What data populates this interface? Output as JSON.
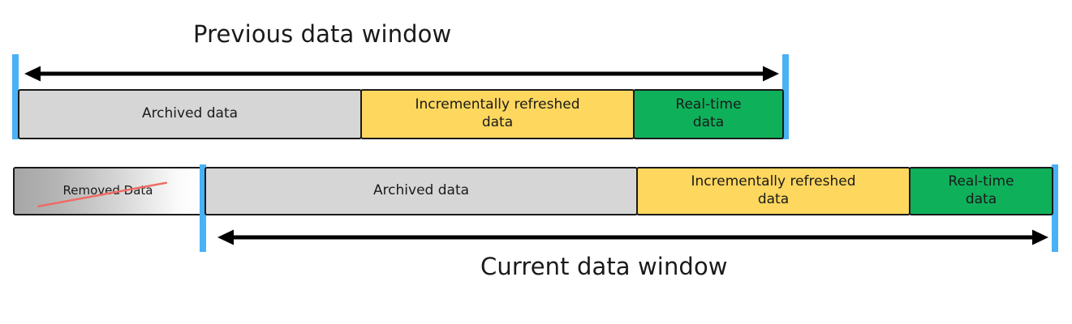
{
  "diagram": {
    "title_top": "Previous data window",
    "title_bottom": "Current data window",
    "colors": {
      "marker_blue": "#49b1f5",
      "archived_gray": "#d6d6d6",
      "incremental_yellow": "#fdd75e",
      "realtime_green": "#0fb05a",
      "removed_strike_red": "#ee6a62",
      "outline_black": "#1a1a1a"
    },
    "previous_window": {
      "caption": "Previous data window",
      "arrow": "double-headed-arrow",
      "segments": [
        {
          "label": "Archived data",
          "kind": "archived"
        },
        {
          "label": "Incrementally refreshed\ndata",
          "kind": "incremental"
        },
        {
          "label": "Real-time\ndata",
          "kind": "realtime"
        }
      ]
    },
    "current_window": {
      "caption": "Current data window",
      "arrow": "double-headed-arrow",
      "segments": [
        {
          "label": "Removed Data",
          "kind": "removed"
        },
        {
          "label": "Archived data",
          "kind": "archived"
        },
        {
          "label": "Incrementally refreshed\ndata",
          "kind": "incremental"
        },
        {
          "label": "Real-time\ndata",
          "kind": "realtime"
        }
      ]
    }
  }
}
